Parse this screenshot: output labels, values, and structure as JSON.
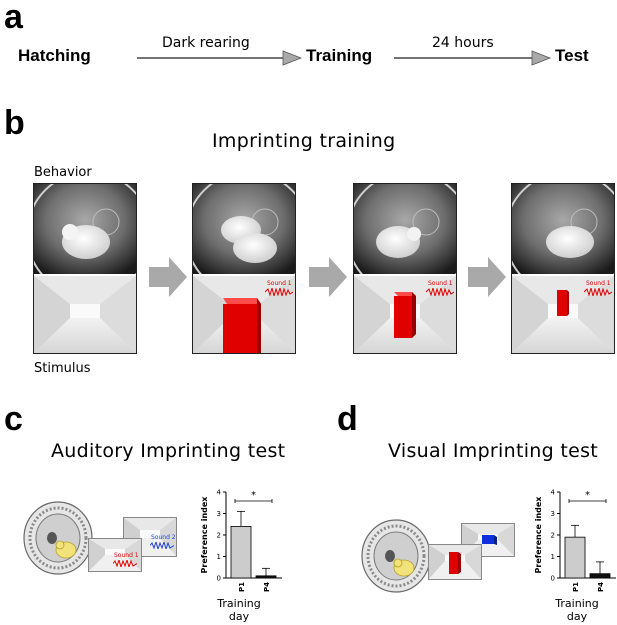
{
  "panels": {
    "a": "a",
    "b": "b",
    "c": "c",
    "d": "d"
  },
  "flow": {
    "step1": "Hatching",
    "arrow1_label": "Dark rearing",
    "step2": "Training",
    "arrow2_label": "24 hours",
    "step3": "Test"
  },
  "imprinting": {
    "title": "Imprinting training",
    "behavior_label": "Behavior",
    "stimulus_label": "Stimulus",
    "sound_label": "Sound 1"
  },
  "auditory": {
    "title": "Auditory Imprinting test",
    "sound1": "Sound 1",
    "sound2": "Sound 2"
  },
  "visual": {
    "title": "Visual Imprinting test"
  },
  "chart_data": [
    {
      "type": "bar",
      "categories": [
        "P1",
        "P4"
      ],
      "values": [
        2.4,
        0.1
      ],
      "errors": [
        0.7,
        0.35
      ],
      "ylabel": "Preference index",
      "xlabel": "Training day",
      "ylim": [
        0,
        4
      ],
      "yticks": [
        "0",
        "1",
        "2",
        "3",
        "4"
      ],
      "significance": "*",
      "bar_colors": [
        "#cccccc",
        "#111111"
      ]
    },
    {
      "type": "bar",
      "categories": [
        "P1",
        "P4"
      ],
      "values": [
        1.9,
        0.2
      ],
      "errors": [
        0.55,
        0.55
      ],
      "ylabel": "Preference index",
      "xlabel": "Training day",
      "ylim": [
        0,
        4
      ],
      "yticks": [
        "0",
        "1",
        "2",
        "3",
        "4"
      ],
      "significance": "*",
      "bar_colors": [
        "#cccccc",
        "#111111"
      ]
    }
  ]
}
